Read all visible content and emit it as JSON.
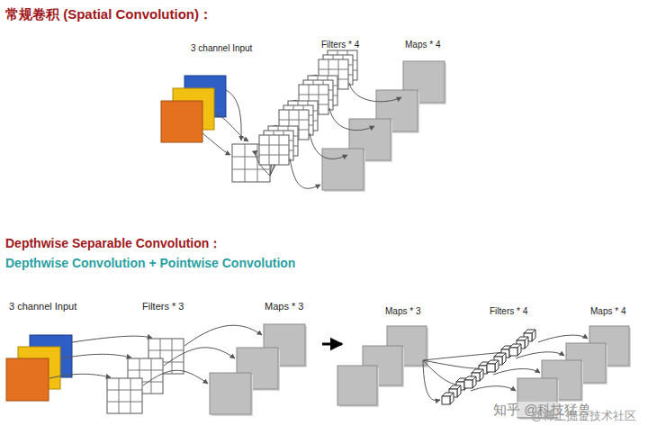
{
  "diagram": {
    "labels": [
      "常规卷积 (Spatial Convolution)：",
      "3 channel Input",
      "Filters * 4",
      "Maps * 4",
      "Depthwise Separable Convolution：",
      "Depthwise Convolution + Pointwise Convolution",
      "3 channel Input",
      "Filters * 3",
      "Maps * 3",
      "Maps * 3",
      "Filters * 4",
      "Maps * 4",
      "知乎 @科技猛兽",
      "@稀土掘金技术社区"
    ]
  }
}
